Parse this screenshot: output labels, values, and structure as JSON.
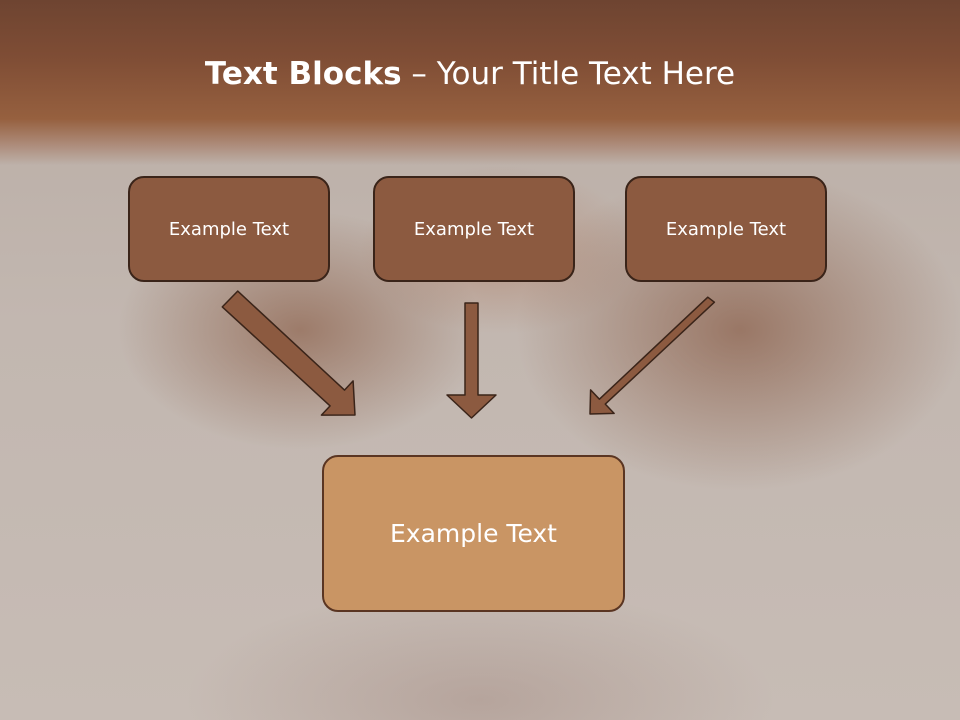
{
  "title": {
    "bold_part": "Text Blocks",
    "separator": " – ",
    "regular_part": "Your Title Text Here"
  },
  "blocks": [
    {
      "label": "Example Text"
    },
    {
      "label": "Example Text"
    },
    {
      "label": "Example Text"
    }
  ],
  "result_block": {
    "label": "Example Text"
  },
  "colors": {
    "title_band": "#7f4d35",
    "block_fill": "#8c5a40",
    "result_fill": "#c99564",
    "arrow_fill": "#8c5a40",
    "outline": "#3a2419"
  }
}
